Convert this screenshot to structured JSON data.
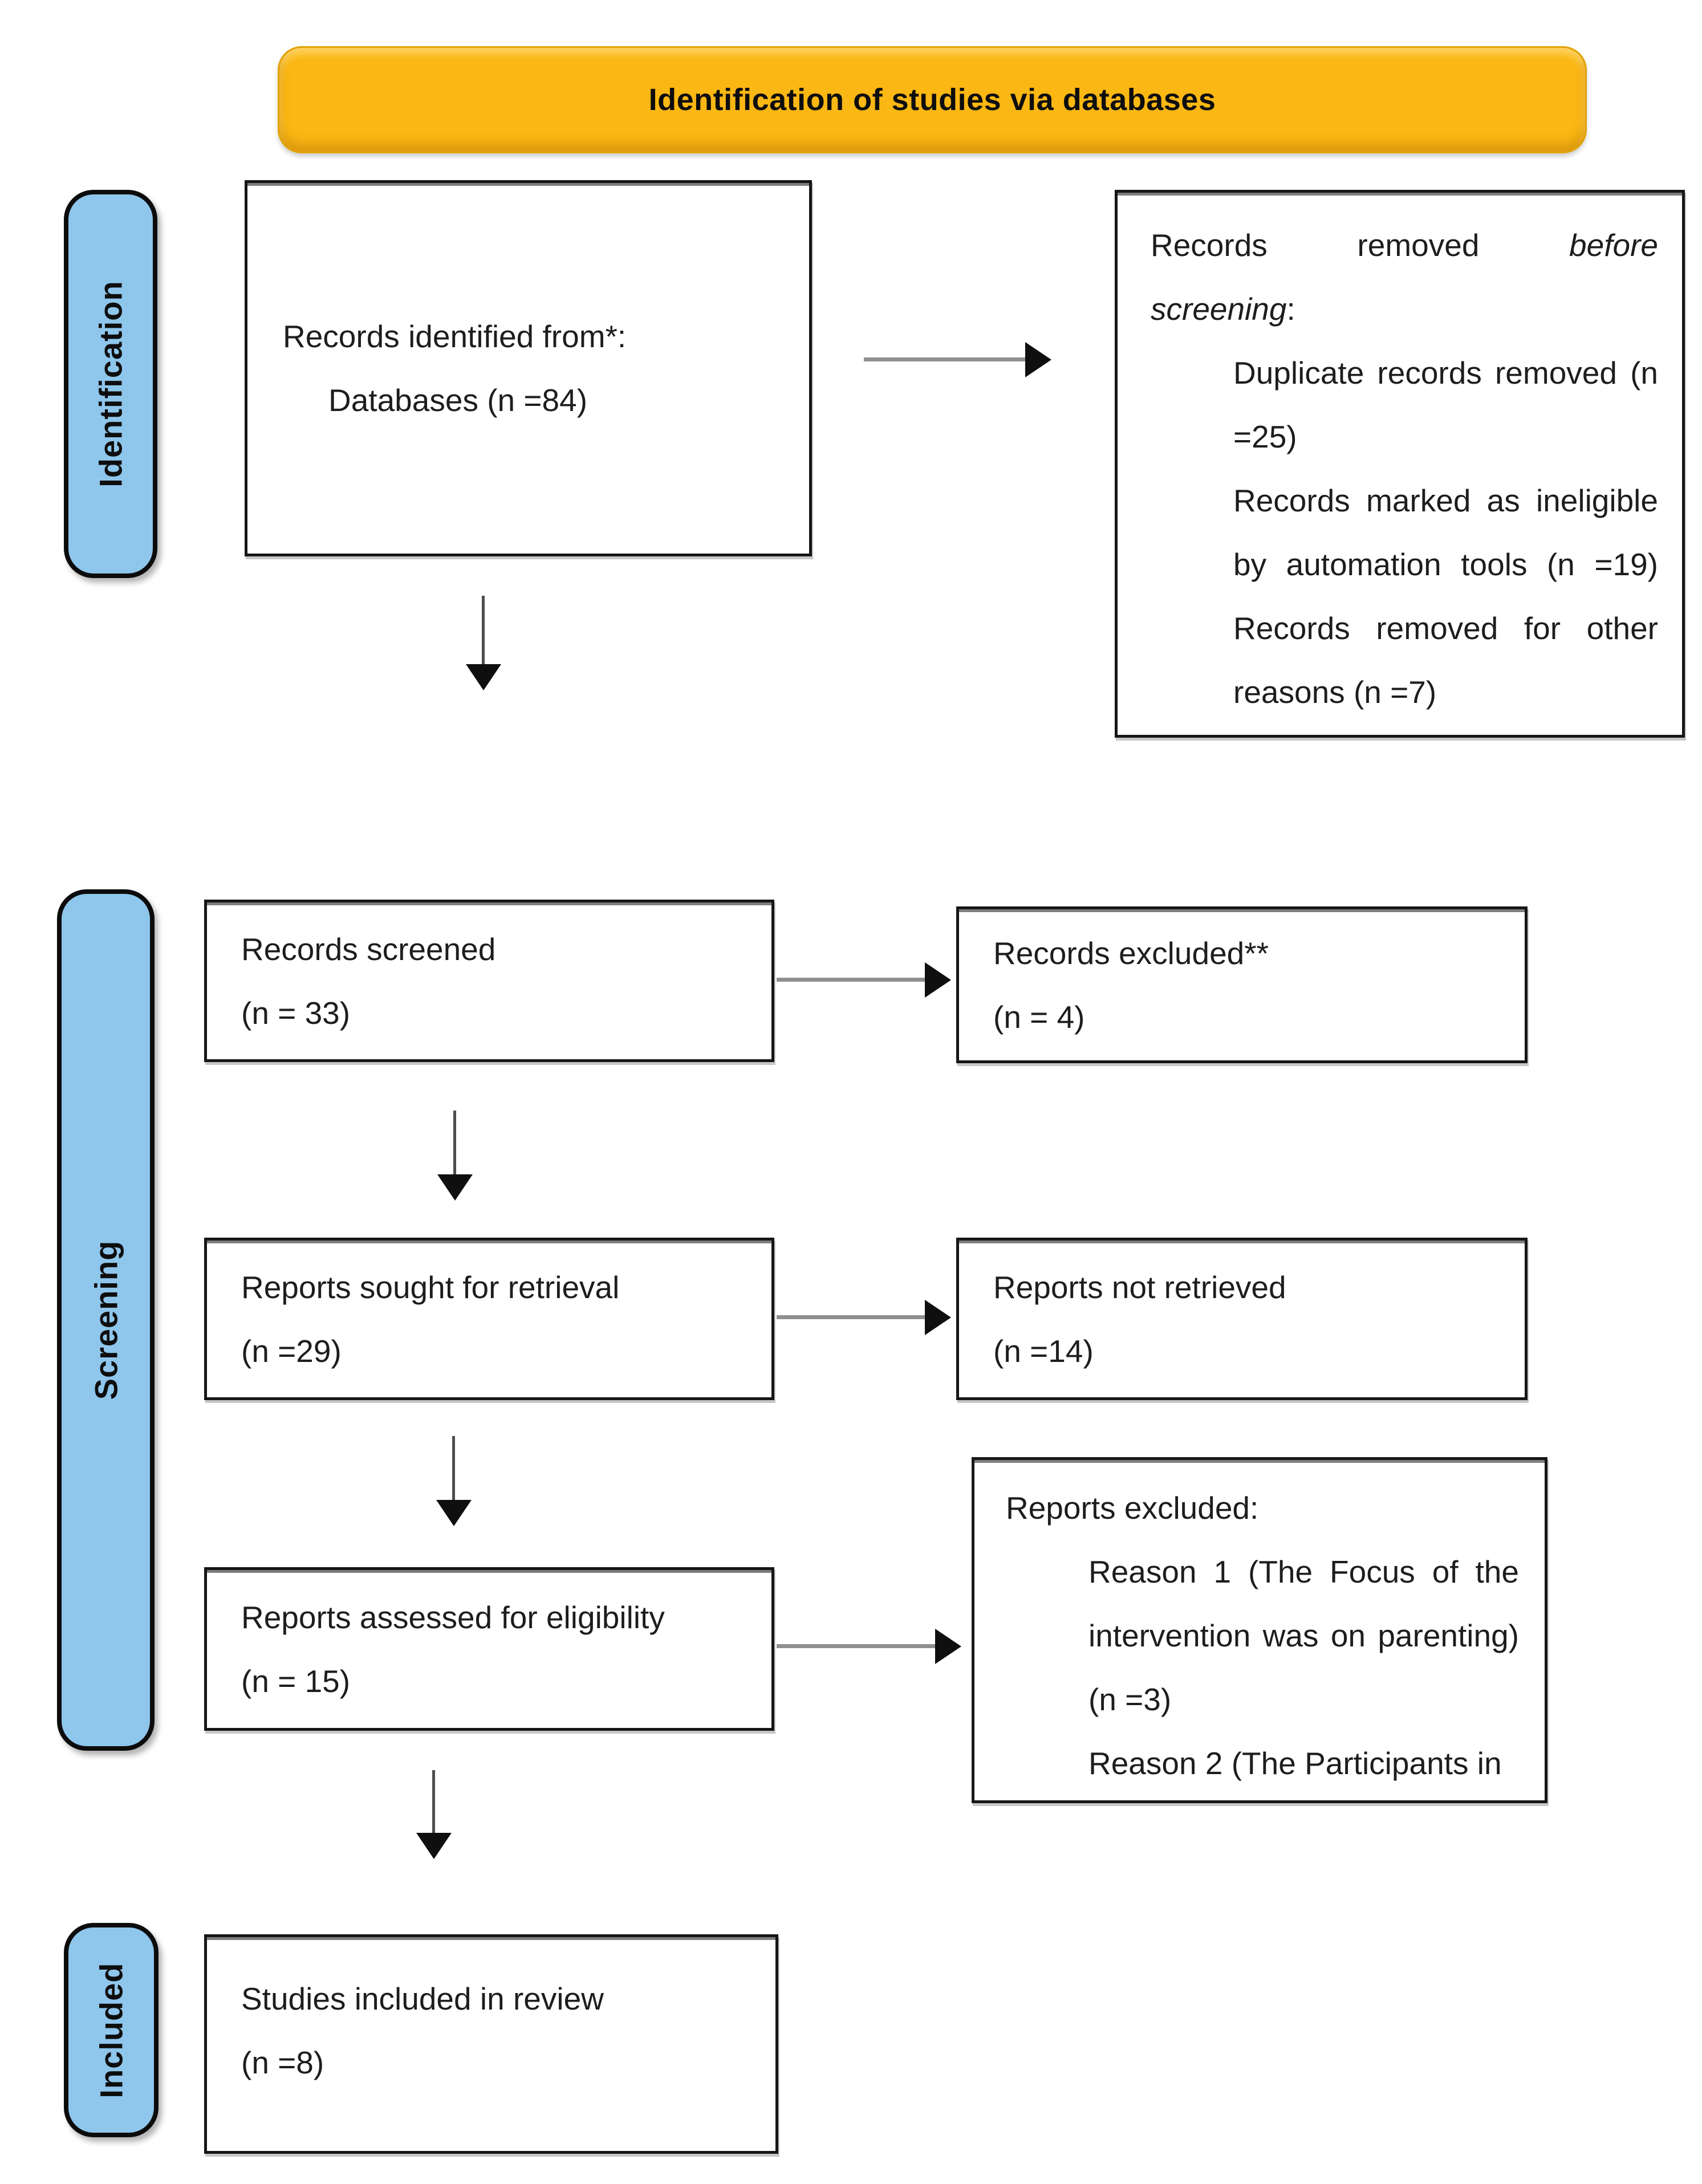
{
  "colors": {
    "banner_fill": "#fbb713",
    "banner_edge": "#e2a206",
    "pill_fill": "#8fc6ec",
    "line": "#161616",
    "text": "#1d1d1d"
  },
  "banner": {
    "title": "Identification of studies via databases"
  },
  "stages": {
    "identification": "Identification",
    "screening": "Screening",
    "included": "Included"
  },
  "boxes": {
    "identified": {
      "l1": "Records identified from*:",
      "l2": "Databases (n =84)"
    },
    "removed": {
      "l1a": "Records removed",
      "l1b": "before",
      "l2a": "screening",
      "l2b": ":",
      "i1a": "Duplicate records removed (n",
      "i1b": "=25)",
      "i2a": "Records marked as ineligible",
      "i2b": "by automation tools (n =19)",
      "i3a": "Records removed for other",
      "i3b": "reasons (n =7)"
    },
    "screened": {
      "l1": "Records screened",
      "l2": "(n = 33)"
    },
    "records_excluded": {
      "l1": "Records excluded**",
      "l2": "(n = 4)"
    },
    "sought": {
      "l1": "Reports sought for retrieval",
      "l2": "(n =29)"
    },
    "not_retrieved": {
      "l1": "Reports not retrieved",
      "l2": "(n =14)"
    },
    "assessed": {
      "l1": "Reports assessed for eligibility",
      "l2": "(n = 15)"
    },
    "reports_excluded": {
      "l1": "Reports excluded:",
      "i1a": "Reason 1 (The Focus of the",
      "i1b": "intervention was on parenting)",
      "i1c": "(n =3)",
      "i2a": "Reason 2 (The Participants in"
    },
    "included_studies": {
      "l1": "Studies included in review",
      "l2": "(n =8)"
    }
  }
}
